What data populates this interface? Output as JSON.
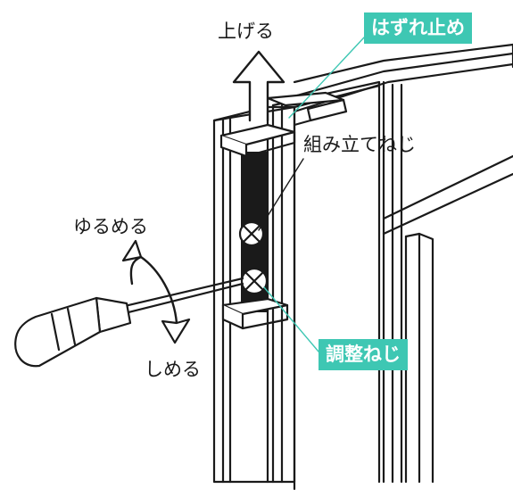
{
  "labels": {
    "lift": "上げる",
    "loosen": "ゆるめる",
    "tighten": "しめる",
    "assembly_screw": "組み立てねじ"
  },
  "tags": {
    "stopper": "はずれ止め",
    "adjust_screw": "調整ねじ"
  },
  "colors": {
    "accent": "#3ec7b3",
    "ink": "#1a1a1a",
    "background": "#ffffff"
  }
}
